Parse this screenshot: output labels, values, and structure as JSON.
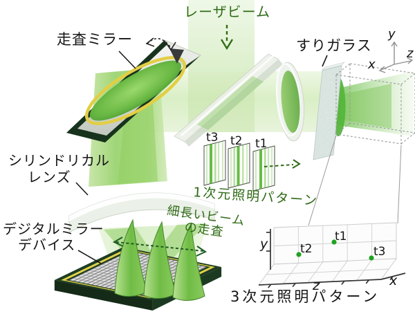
{
  "labels": {
    "laser_beam": "レーザビーム",
    "scanning_mirror": "走査ミラー",
    "ground_glass": "すりガラス",
    "cylindrical_lens": {
      "line1": "シリンドリカル",
      "line2": "レンズ"
    },
    "dmd": {
      "line1": "デジタルミラー",
      "line2": "デバイス"
    },
    "pattern_1d": "1次元照明パターン",
    "beam_scan": {
      "line1": "細長いビーム",
      "line2": "の走査"
    },
    "pattern_3d": "3次元照明パターン"
  },
  "coordinate_axes": {
    "x": "x",
    "y": "y",
    "z": "z"
  },
  "illumination_panels": [
    {
      "label": "t3"
    },
    {
      "label": "t2"
    },
    {
      "label": "t1"
    }
  ],
  "plot3d": {
    "axis_x": "x",
    "axis_y": "y",
    "axis_z": "z",
    "points": [
      {
        "label": "t1"
      },
      {
        "label": "t2"
      },
      {
        "label": "t3"
      }
    ]
  },
  "colors": {
    "accent_green_text": "#2f6b16",
    "beam_green": "#7cc24d",
    "plot_dot_green": "#1ea321",
    "dmd_frame_green": "#1d3d22",
    "dmd_gold": "#e3d24b"
  }
}
